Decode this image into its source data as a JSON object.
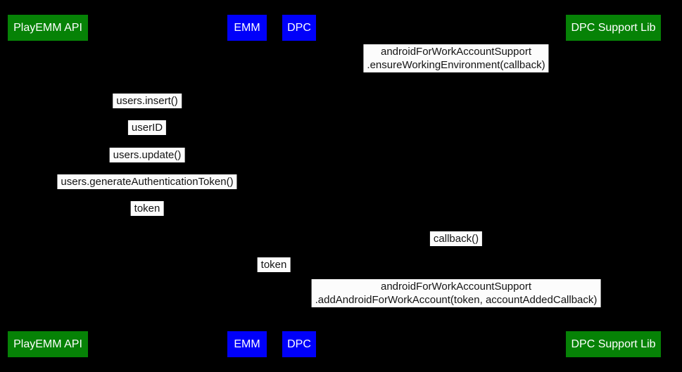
{
  "diagram": {
    "type": "sequence-diagram",
    "colors": {
      "background": "#000000",
      "actor_green": "#068206",
      "actor_blue": "#0000fa",
      "actor_text": "#ffffff",
      "message_bg": "#fcfcfc",
      "message_text": "#141414"
    },
    "actors": [
      {
        "id": "playemm-api",
        "label": "PlayEMM API",
        "color": "green"
      },
      {
        "id": "emm",
        "label": "EMM",
        "color": "blue"
      },
      {
        "id": "dpc",
        "label": "DPC",
        "color": "blue"
      },
      {
        "id": "dpc-support-lib",
        "label": "DPC Support Lib",
        "color": "green"
      }
    ],
    "messages": [
      {
        "from": "dpc",
        "to": "dpc-support-lib",
        "line1": "androidForWorkAccountSupport",
        "line2": ".ensureWorkingEnvironment(callback)"
      },
      {
        "from": "playemm-api",
        "to": "emm",
        "line1": "users.insert()"
      },
      {
        "from": "emm",
        "to": "playemm-api",
        "line1": "userID"
      },
      {
        "from": "playemm-api",
        "to": "emm",
        "line1": "users.update()"
      },
      {
        "from": "playemm-api",
        "to": "emm",
        "line1": "users.generateAuthenticationToken()"
      },
      {
        "from": "emm",
        "to": "playemm-api",
        "line1": "token"
      },
      {
        "from": "dpc-support-lib",
        "to": "dpc",
        "line1": "callback()"
      },
      {
        "from": "emm",
        "to": "dpc",
        "line1": "token"
      },
      {
        "from": "dpc",
        "to": "dpc-support-lib",
        "line1": "androidForWorkAccountSupport",
        "line2": ".addAndroidForWorkAccount(token, accountAddedCallback)"
      }
    ]
  }
}
